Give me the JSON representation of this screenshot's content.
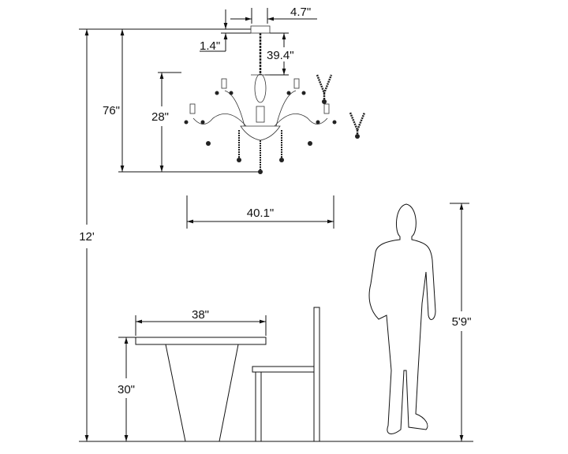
{
  "dimensions": {
    "canopy_width": "4.7\"",
    "canopy_height": "1.4\"",
    "chain_length": "39.4\"",
    "overall_drop": "76\"",
    "fixture_height": "28\"",
    "fixture_width": "40.1\"",
    "ceiling_height": "12'",
    "table_width": "38\"",
    "table_height": "30\"",
    "person_height": "5'9\""
  }
}
